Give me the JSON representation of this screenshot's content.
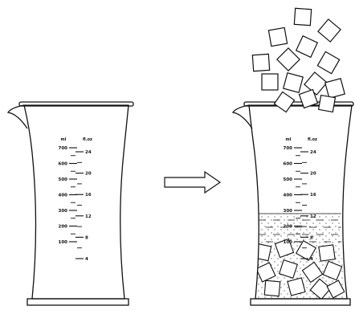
{
  "units": {
    "ml": "ml",
    "floz": "fl.oz"
  },
  "ml_marks": [
    "700",
    "600",
    "500",
    "400",
    "300",
    "200",
    "100"
  ],
  "floz_marks": [
    "24",
    "20",
    "16",
    "12",
    "8",
    "4"
  ],
  "figure": {
    "left": "empty measuring jug",
    "arrow": "arrow-right",
    "right": "jug partly filled with liquid and ice cubes, more ice cubes falling in"
  },
  "colors": {
    "stroke": "#111111",
    "background": "#ffffff"
  }
}
